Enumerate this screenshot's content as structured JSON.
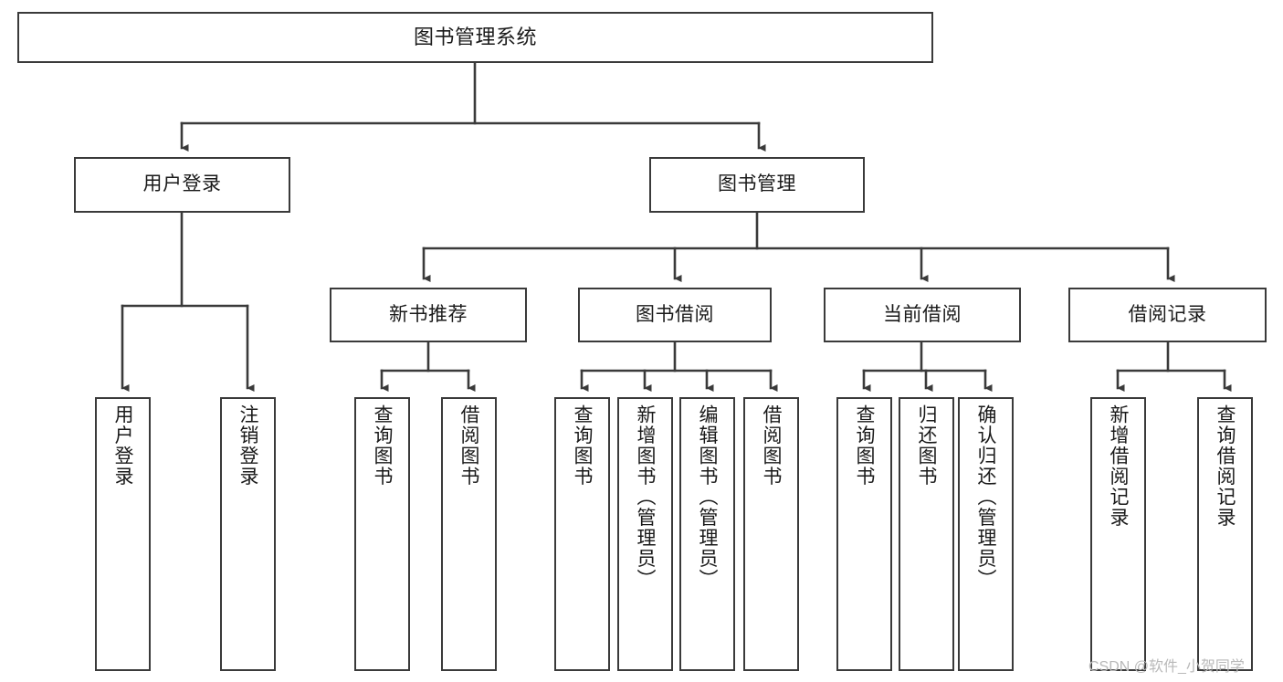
{
  "diagram": {
    "title": "图书管理系统",
    "type": "hierarchy-tree",
    "root": {
      "id": "root",
      "label": "图书管理系统",
      "orientation": "horizontal"
    },
    "level2": [
      {
        "id": "user-login",
        "label": "用户登录",
        "orientation": "horizontal"
      },
      {
        "id": "book-management",
        "label": "图书管理",
        "orientation": "horizontal"
      }
    ],
    "level3": [
      {
        "id": "new-book-recommend",
        "label": "新书推荐",
        "parent": "book-management",
        "orientation": "horizontal"
      },
      {
        "id": "book-borrow",
        "label": "图书借阅",
        "parent": "book-management",
        "orientation": "horizontal"
      },
      {
        "id": "current-borrow",
        "label": "当前借阅",
        "parent": "book-management",
        "orientation": "horizontal"
      },
      {
        "id": "borrow-record",
        "label": "借阅记录",
        "parent": "book-management",
        "orientation": "horizontal"
      }
    ],
    "leaves": [
      {
        "id": "leaf-user-login",
        "label": "用户登录",
        "parent": "user-login",
        "orientation": "vertical"
      },
      {
        "id": "leaf-logout",
        "label": "注销登录",
        "parent": "user-login",
        "orientation": "vertical"
      },
      {
        "id": "leaf-query-book-1",
        "label": "查询图书",
        "parent": "new-book-recommend",
        "orientation": "vertical"
      },
      {
        "id": "leaf-borrow-book-1",
        "label": "借阅图书",
        "parent": "new-book-recommend",
        "orientation": "vertical"
      },
      {
        "id": "leaf-query-book-2",
        "label": "查询图书",
        "parent": "book-borrow",
        "orientation": "vertical"
      },
      {
        "id": "leaf-add-book",
        "label": "新增图书（管理员）",
        "parent": "book-borrow",
        "orientation": "vertical"
      },
      {
        "id": "leaf-edit-book",
        "label": "编辑图书（管理员）",
        "parent": "book-borrow",
        "orientation": "vertical"
      },
      {
        "id": "leaf-borrow-book-2",
        "label": "借阅图书",
        "parent": "book-borrow",
        "orientation": "vertical"
      },
      {
        "id": "leaf-query-book-3",
        "label": "查询图书",
        "parent": "current-borrow",
        "orientation": "vertical"
      },
      {
        "id": "leaf-return-book",
        "label": "归还图书",
        "parent": "current-borrow",
        "orientation": "vertical"
      },
      {
        "id": "leaf-confirm-return",
        "label": "确认归还（管理员）",
        "parent": "current-borrow",
        "orientation": "vertical"
      },
      {
        "id": "leaf-add-record",
        "label": "新增借阅记录",
        "parent": "borrow-record",
        "orientation": "vertical"
      },
      {
        "id": "leaf-query-record",
        "label": "查询借阅记录",
        "parent": "borrow-record",
        "orientation": "vertical"
      }
    ],
    "watermark": "CSDN @软件_小贺同学",
    "colors": {
      "border": "#3a3a3a",
      "background": "#ffffff",
      "text": "#1a1a1a",
      "connector": "#3a3a3a",
      "watermark": "#b9b9b9"
    }
  }
}
